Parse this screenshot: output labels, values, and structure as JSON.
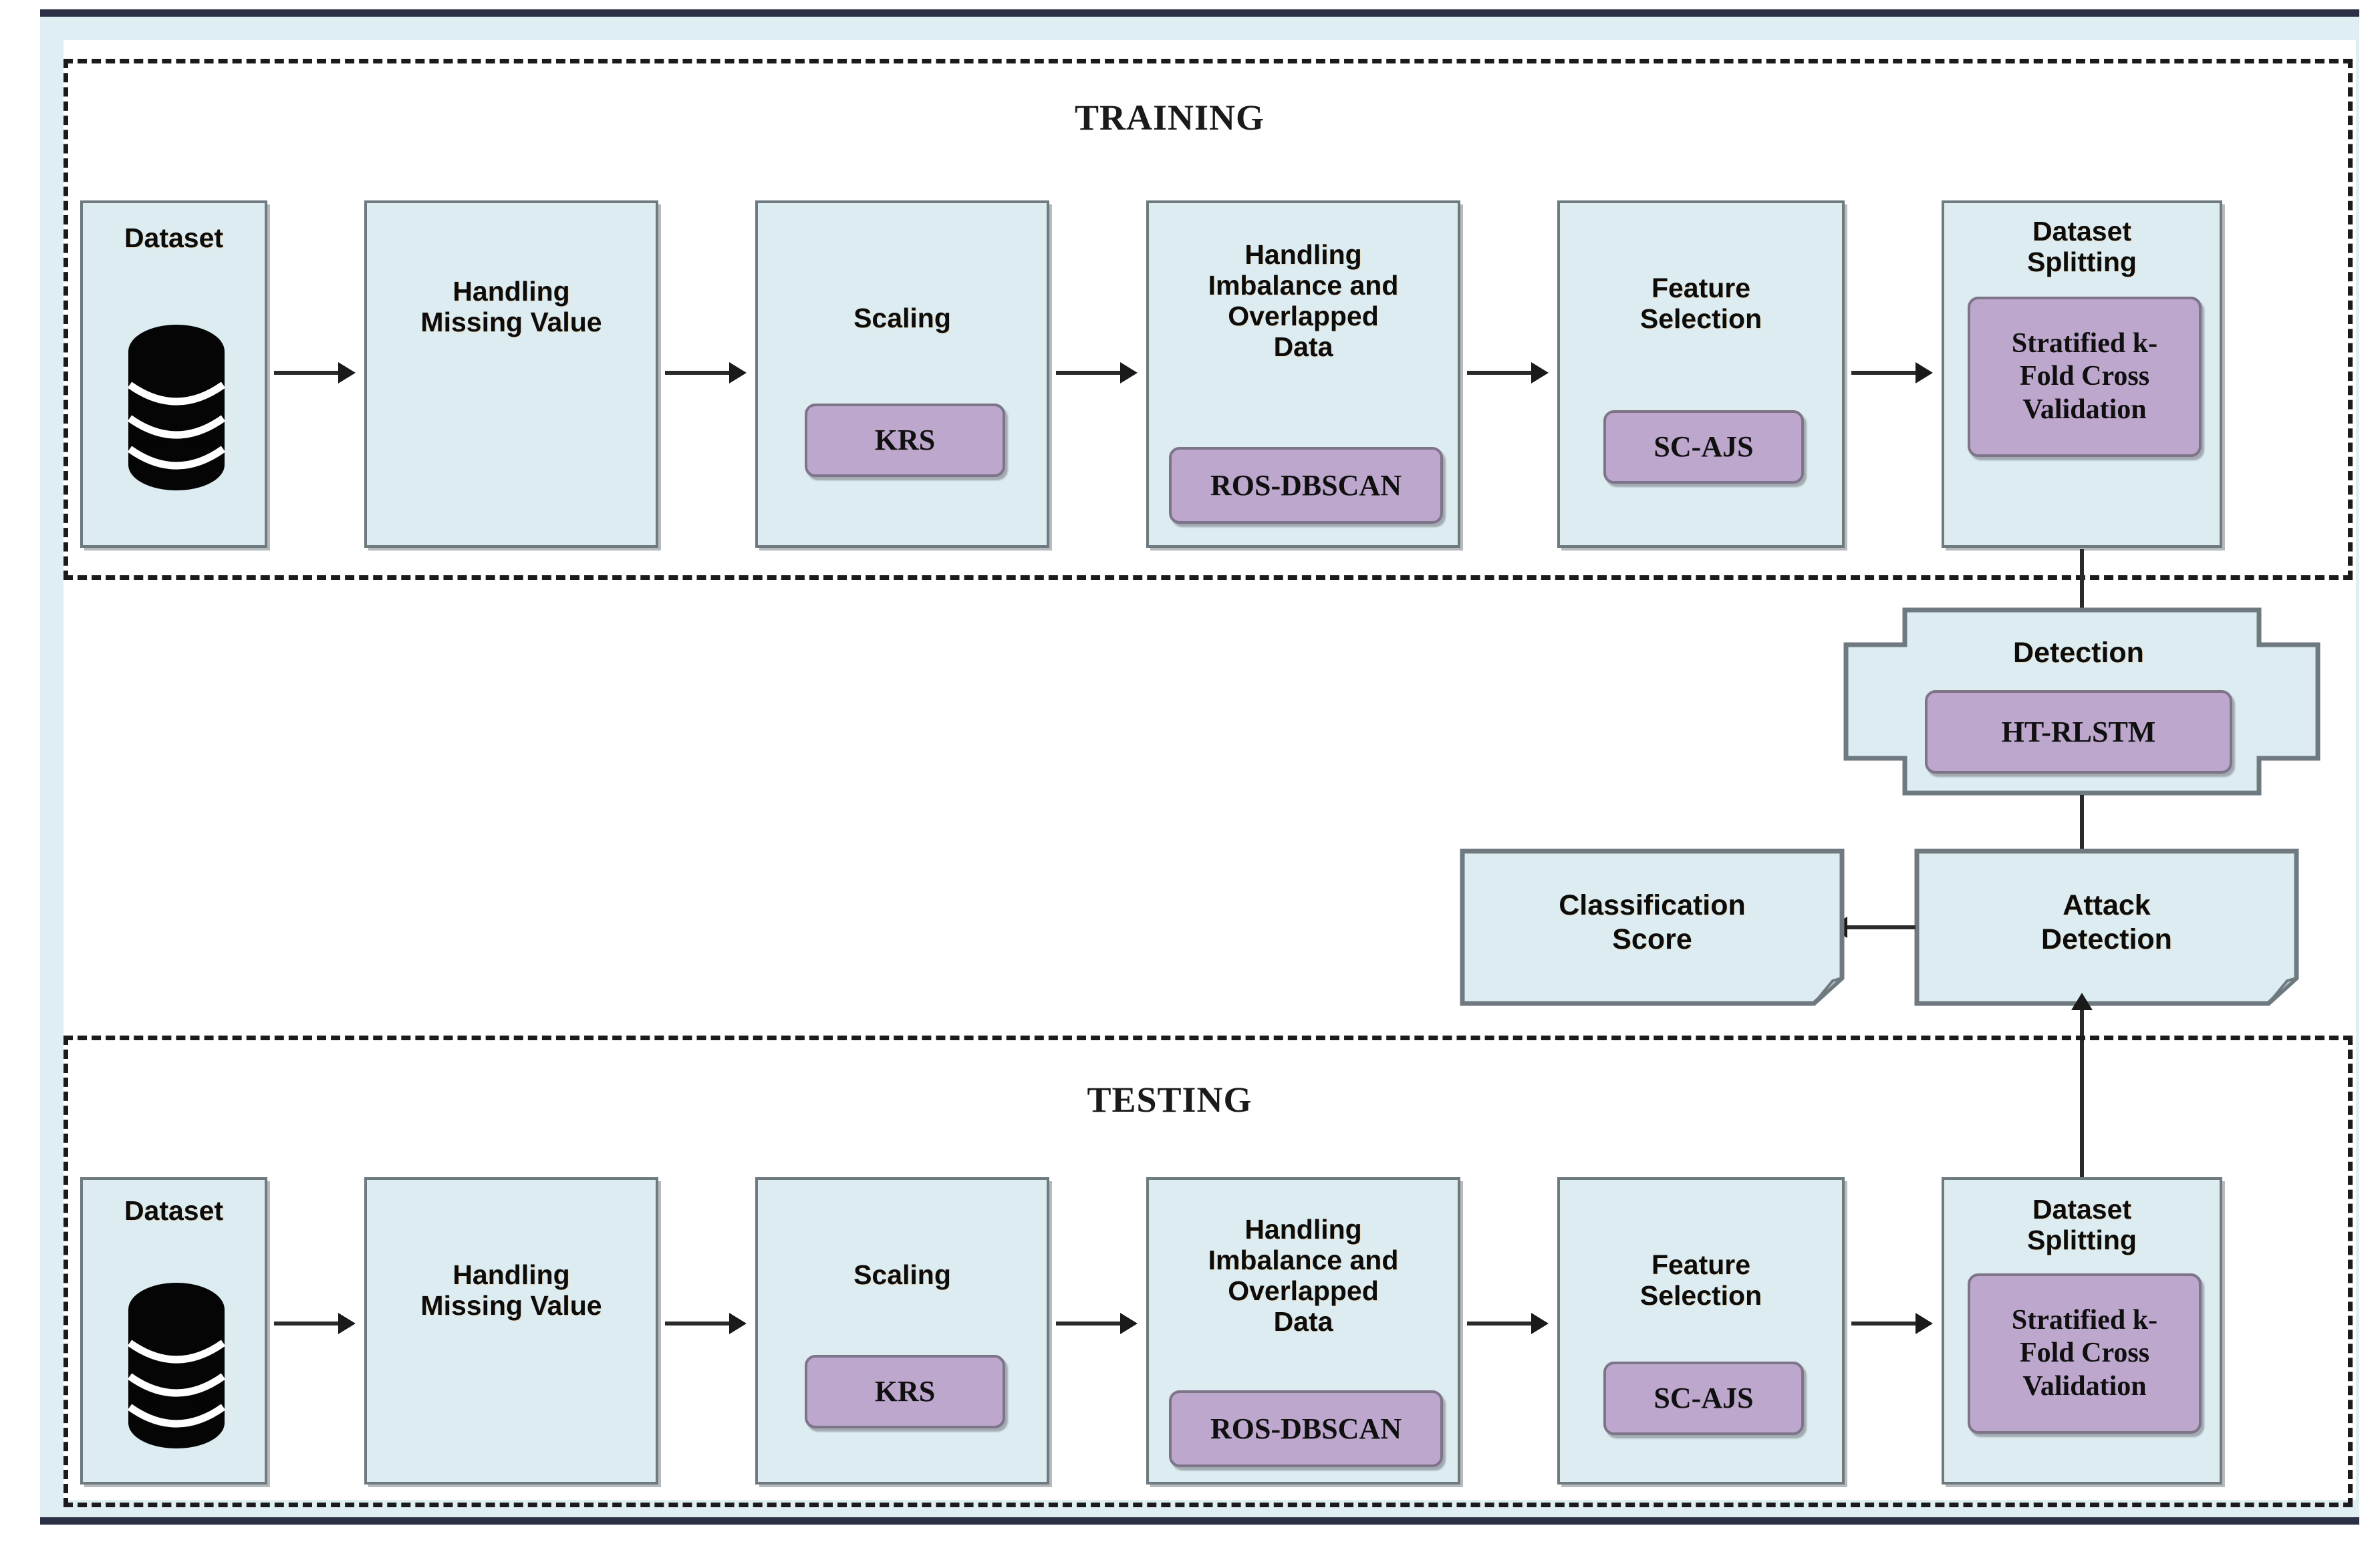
{
  "figure": {
    "title": "Intrusion detection framework pipeline",
    "colors": {
      "page_background": "#ffffff",
      "frame_band": "#dfeef2",
      "frame_rule": "#2b3046",
      "box_fill": "#dcecf1",
      "box_border": "#6e7a80",
      "badge_fill": "#bda7cd",
      "badge_border": "#7e7489",
      "arrow": "#1a1a1a",
      "dashed_border": "#1b1b1b",
      "text": "#0c0c0c"
    }
  },
  "training": {
    "title": "TRAINING",
    "steps": [
      {
        "label": "Dataset",
        "badge": null,
        "icon": "database-icon"
      },
      {
        "label": "Handling\nMissing Value",
        "badge": null,
        "icon": null
      },
      {
        "label": "Scaling",
        "badge": "KRS",
        "icon": null
      },
      {
        "label": "Handling\nImbalance and\nOverlapped\nData",
        "badge": "ROS-DBSCAN",
        "icon": null
      },
      {
        "label": "Feature\nSelection",
        "badge": "SC-AJS",
        "icon": null
      },
      {
        "label": "Dataset\nSplitting",
        "badge": "Stratified k-\nFold Cross\nValidation",
        "icon": null
      }
    ]
  },
  "testing": {
    "title": "TESTING",
    "steps": [
      {
        "label": "Dataset",
        "badge": null,
        "icon": "database-icon"
      },
      {
        "label": "Handling\nMissing Value",
        "badge": null,
        "icon": null
      },
      {
        "label": "Scaling",
        "badge": "KRS",
        "icon": null
      },
      {
        "label": "Handling\nImbalance and\nOverlapped\nData",
        "badge": "ROS-DBSCAN",
        "icon": null
      },
      {
        "label": "Feature\nSelection",
        "badge": "SC-AJS",
        "icon": null
      },
      {
        "label": "Dataset\nSplitting",
        "badge": "Stratified k-\nFold Cross\nValidation",
        "icon": null
      }
    ]
  },
  "detection": {
    "label": "Detection",
    "badge": "HT-RLSTM"
  },
  "attack_detection": {
    "label": "Attack\nDetection"
  },
  "classification_score": {
    "label": "Classification\nScore"
  },
  "flow": {
    "training_to_detection": "arrow-down",
    "detection_to_attack_detection": "arrow-down",
    "attack_detection_to_classification_score": "arrow-left",
    "testing_to_attack_detection": "arrow-up",
    "step_connector": "arrow-right"
  }
}
